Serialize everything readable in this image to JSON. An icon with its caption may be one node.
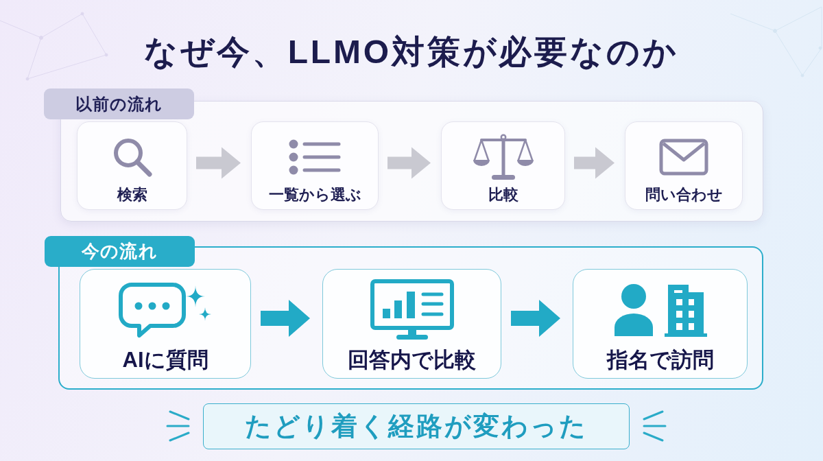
{
  "diagram": {
    "title": "なぜ今、LLMO対策が必要なのか",
    "nodes": [
      {
        "text": [
          "以前の流れ"
        ]
      },
      {
        "text": [
          "検索"
        ],
        "in": 0
      },
      {
        "text": [
          "一覧から選ぶ"
        ],
        "in": 0
      },
      {
        "text": [
          "比較"
        ],
        "in": 0
      },
      {
        "text": [
          "問い合わせ"
        ],
        "in": 0
      },
      {
        "text": [
          "今の流れ"
        ]
      },
      {
        "text": [
          "AIに質問"
        ],
        "in": 5
      },
      {
        "text": [
          "回答内で比較"
        ],
        "in": 5
      },
      {
        "text": [
          "指名で訪問"
        ],
        "in": 5
      },
      {
        "text": [
          "たどり着く経路が変わった"
        ]
      }
    ],
    "edges": [
      {
        "from": 1,
        "to": 2,
        "arrow": "to"
      },
      {
        "from": 2,
        "to": 3,
        "arrow": "to"
      },
      {
        "from": 3,
        "to": 4,
        "arrow": "to"
      },
      {
        "from": 6,
        "to": 7,
        "arrow": "to",
        "color": "#22aac6"
      },
      {
        "from": 7,
        "to": 8,
        "arrow": "to",
        "color": "#22aac6"
      }
    ]
  }
}
